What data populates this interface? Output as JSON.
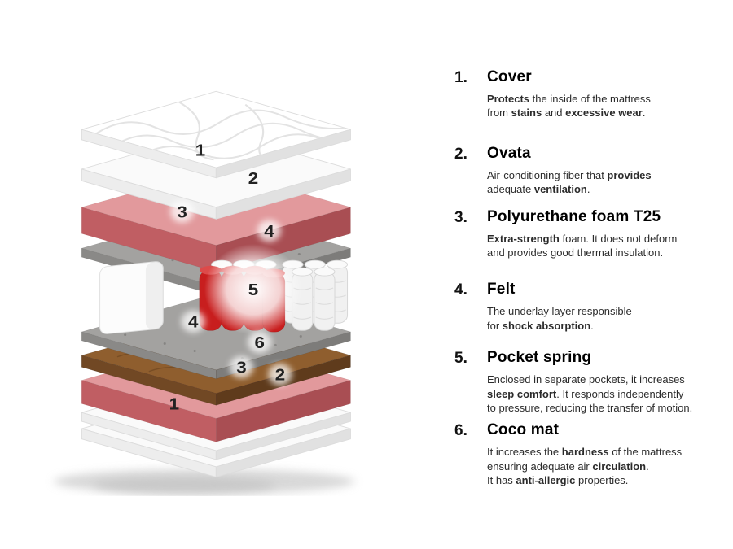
{
  "diagram": {
    "labels": [
      "1",
      "2",
      "3",
      "4",
      "5",
      "4",
      "6",
      "3",
      "2",
      "1"
    ]
  },
  "colors": {
    "white_top": "#fafafa",
    "white_front": "#ededed",
    "white_side": "#e1e1e1",
    "pink_top": "#e2999c",
    "pink_front": "#c05e63",
    "pink_side": "#a94e53",
    "felt_top": "#a3a2a0",
    "felt_front": "#8a8987",
    "felt_side": "#7d7c7a",
    "coco_top": "#8f5e2e",
    "coco_front": "#714824",
    "coco_side": "#5f3b1c",
    "spring_red": "#c81e1e",
    "spring_red_top": "#dd4a4a",
    "spring_white": "#f1f1f1",
    "spring_white_top": "#fafafa",
    "number": "#222222"
  },
  "legend": {
    "items": [
      {
        "number": "1.",
        "title": "Cover",
        "description": [
          {
            "t": "Protects",
            "b": true
          },
          {
            "t": " the inside of the mattress\nfrom ",
            "b": false
          },
          {
            "t": "stains",
            "b": true
          },
          {
            "t": " and ",
            "b": false
          },
          {
            "t": "excessive wear",
            "b": true
          },
          {
            "t": ".",
            "b": false
          }
        ]
      },
      {
        "number": "2.",
        "title": "Ovata",
        "description": [
          {
            "t": "Air-conditioning fiber that ",
            "b": false
          },
          {
            "t": "provides",
            "b": true
          },
          {
            "t": "\nadequate ",
            "b": false
          },
          {
            "t": "ventilation",
            "b": true
          },
          {
            "t": ".",
            "b": false
          }
        ]
      },
      {
        "number": "3.",
        "title": "Polyurethane foam T25",
        "description": [
          {
            "t": "Extra-strength",
            "b": true
          },
          {
            "t": " foam. It does not deform\nand provides good thermal insulation.",
            "b": false
          }
        ]
      },
      {
        "number": "4.",
        "title": "Felt",
        "description": [
          {
            "t": "The underlay layer responsible\nfor ",
            "b": false
          },
          {
            "t": "shock absorption",
            "b": true
          },
          {
            "t": ".",
            "b": false
          }
        ]
      },
      {
        "number": "5.",
        "title": "Pocket spring",
        "description": [
          {
            "t": "Enclosed in separate pockets, it increases\n",
            "b": false
          },
          {
            "t": "sleep comfort",
            "b": true
          },
          {
            "t": ". It responds independently\nto pressure, reducing the transfer of motion.",
            "b": false
          }
        ]
      },
      {
        "number": "6.",
        "title": "Coco mat",
        "description": [
          {
            "t": "It increases the ",
            "b": false
          },
          {
            "t": "hardness",
            "b": true
          },
          {
            "t": " of the mattress\nensuring adequate air ",
            "b": false
          },
          {
            "t": "circulation",
            "b": true
          },
          {
            "t": ".\nIt has ",
            "b": false
          },
          {
            "t": "anti-allergic",
            "b": true
          },
          {
            "t": " properties.",
            "b": false
          }
        ]
      }
    ]
  }
}
